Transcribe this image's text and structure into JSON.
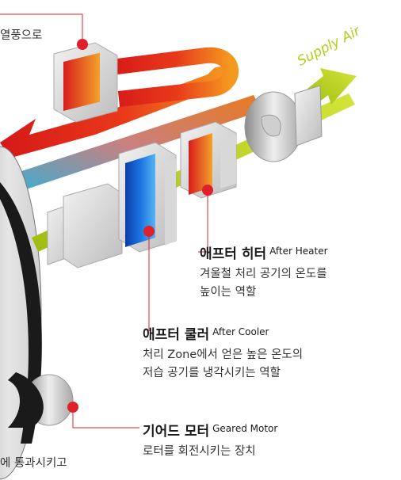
{
  "top_fragment": "열풍으로",
  "bottom_fragment": "에 통과시키고",
  "supply_air": "Supply Air",
  "after_heater": {
    "title_ko": "애프터 히터",
    "title_en": "After Heater",
    "desc": [
      "겨울철 처리 공기의 온도를",
      "높이는 역할"
    ]
  },
  "after_cooler": {
    "title_ko": "애프터 쿨러",
    "title_en": "After Cooler",
    "desc": [
      "처리 Zone에서 얻은 높은 온도의",
      "저습 공기를 냉각시키는 역할"
    ]
  },
  "geared_motor": {
    "title_ko": "기어드 모터",
    "title_en": "Geared Motor",
    "desc": [
      "로터를 회전시키는 장치"
    ]
  },
  "colors": {
    "callout_red": "#e0202a",
    "supply_green": "#b5cc1a",
    "hot_red": "#e02020",
    "hot_orange": "#f08020",
    "cool_blue": "#1a6fd6",
    "cyan": "#3ab6d8"
  }
}
